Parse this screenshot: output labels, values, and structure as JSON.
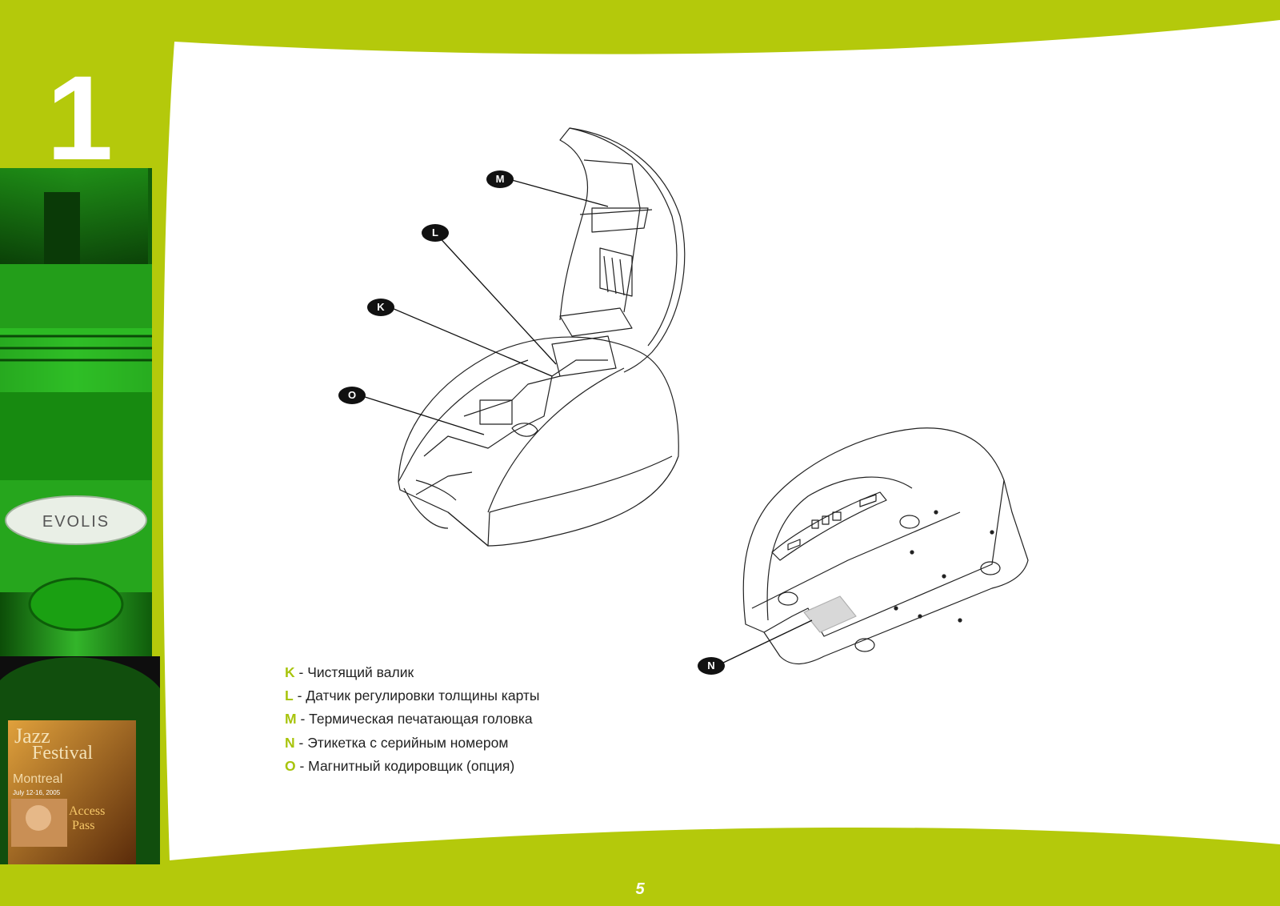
{
  "chapter_number": "1",
  "page_number": "5",
  "product_brand": "EVOLIS",
  "photo_card": {
    "line1": "Jazz",
    "line2": "Festival",
    "city": "Montreal",
    "dates": "July 12-16, 2005",
    "badge1": "Access",
    "badge2": "Pass"
  },
  "callouts": {
    "k": "K",
    "l": "L",
    "m": "M",
    "n": "N",
    "o": "O"
  },
  "legend": [
    {
      "letter": "K",
      "text": " - Чистящий валик"
    },
    {
      "letter": "L",
      "text": " - Датчик регулировки толщины карты"
    },
    {
      "letter": "M",
      "text": " - Термическая печатающая головка"
    },
    {
      "letter": "N",
      "text": " - Этикетка с серийным номером"
    },
    {
      "letter": "O",
      "text": " - Магнитный кодировщик (опция)"
    }
  ],
  "colors": {
    "accent_green": "#b4c90b",
    "letter_green": "#a8c40c",
    "printer_green": "#1f8a14",
    "page_white": "#ffffff"
  }
}
